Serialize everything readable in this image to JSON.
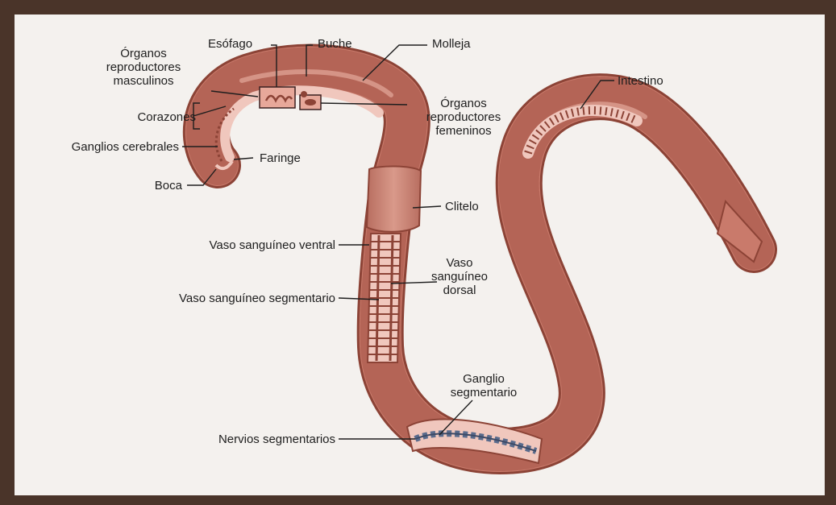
{
  "labels": {
    "esofago": "Esófago",
    "buche": "Buche",
    "molleja": "Molleja",
    "org_masc": [
      "Órganos",
      "reproductores",
      "masculinos"
    ],
    "corazones": "Corazones",
    "ganglios_cerebrales": "Ganglios cerebrales",
    "faringe": "Faringe",
    "boca": "Boca",
    "org_fem": [
      "Órganos",
      "reproductores",
      "femeninos"
    ],
    "intestino": "Intestino",
    "clitelo": "Clitelo",
    "vaso_ventral": "Vaso sanguíneo ventral",
    "vaso_dorsal": [
      "Vaso",
      "sanguíneo",
      "dorsal"
    ],
    "vaso_segmentario": "Vaso sanguíneo segmentario",
    "ganglio_seg": [
      "Ganglio",
      "segmentario"
    ],
    "nervios_seg": "Nervios segmentarios"
  },
  "colors": {
    "frame": "#4a3429",
    "background": "#f4f1ee",
    "worm_body": "#c97a6b",
    "worm_dark": "#8c4336",
    "worm_light": "#f0c7bd",
    "clitellum": "#c98575",
    "nerve": "#5a6b8c",
    "leader_line": "#1e1e1e"
  }
}
